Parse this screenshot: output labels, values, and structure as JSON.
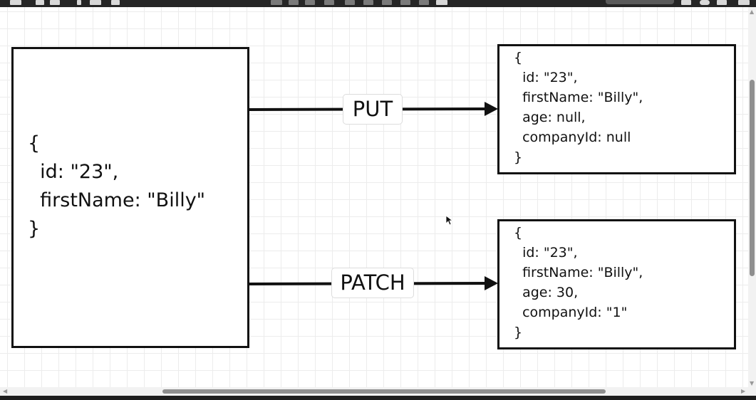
{
  "diagram": {
    "request": {
      "lines": [
        "{",
        "  id: \"23\",",
        "  firstName: \"Billy\"",
        "}"
      ]
    },
    "put": {
      "label": "PUT",
      "result_lines": [
        "{",
        "  id: \"23\",",
        "  firstName: \"Billy\",",
        "  age: null,",
        "  companyId: null",
        "}"
      ]
    },
    "patch": {
      "label": "PATCH",
      "result_lines": [
        "{",
        "  id: \"23\",",
        "  firstName: \"Billy\",",
        "  age: 30,",
        "  companyId: \"1\"",
        "}"
      ]
    }
  },
  "icons": {
    "cursor": "mouse-pointer-icon"
  }
}
